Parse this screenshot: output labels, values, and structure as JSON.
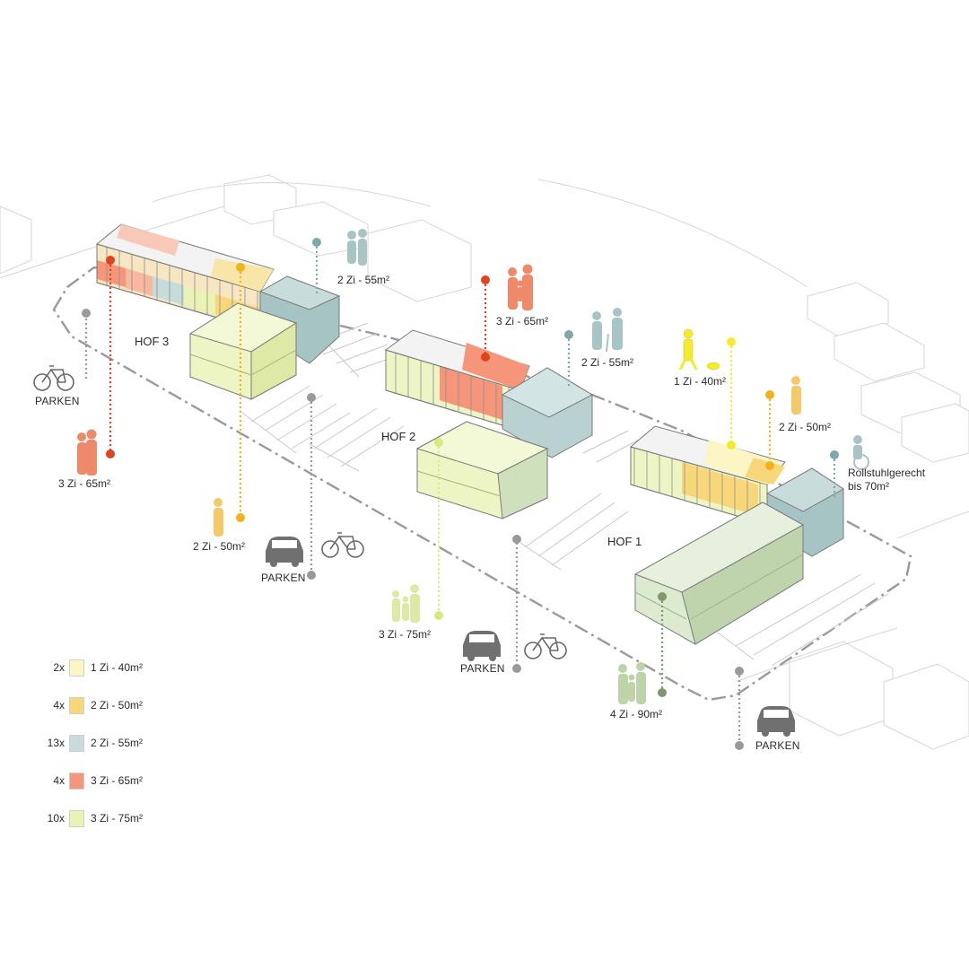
{
  "courts": {
    "hof1": "HOF 1",
    "hof2": "HOF 2",
    "hof3": "HOF 3"
  },
  "parking": {
    "label": "PARKEN"
  },
  "callouts": {
    "hof3_top": "2 Zi - 55m²",
    "hof3_left": "3 Zi - 65m²",
    "hof3_bottom": "2 Zi - 50m²",
    "hof2_top_orange": "3 Zi - 65m²",
    "hof2_top_teal": "2 Zi - 55m²",
    "hof2_bottom": "3 Zi - 75m²",
    "hof1_top_yellow": "1 Zi - 40m²",
    "hof1_top_gold": "2 Zi - 50m²",
    "hof1_wheelchair_1": "Rollstuhlgerecht",
    "hof1_wheelchair_2": "bis 70m²",
    "hof1_bottom": "4 Zi - 90m²"
  },
  "legend": [
    {
      "count": "2x",
      "label": "1 Zi - 40m²",
      "color": "#fbf6c4"
    },
    {
      "count": "4x",
      "label": "2 Zi - 50m²",
      "color": "#f8d77a"
    },
    {
      "count": "13x",
      "label": "2 Zi - 55m²",
      "color": "#c9dcdc"
    },
    {
      "count": "4x",
      "label": "3 Zi - 65m²",
      "color": "#f5967a"
    },
    {
      "count": "10x",
      "label": "3 Zi - 75m²",
      "color": "#eaf2b4"
    }
  ],
  "colors": {
    "z40": "#fbf6c4",
    "z50": "#f8d77a",
    "z55": "#c9dcdc",
    "z65": "#f5967a",
    "z75": "#eaf2b4",
    "z90": "#cfe0bd",
    "teal": "#7fa8a8",
    "red": "#e0441c",
    "gold": "#f2b21c",
    "yellow": "#f4ec2a",
    "lime": "#d9ea7a",
    "grey": "#9a9a9a",
    "green": "#7e9a6c",
    "people_orange": "#ee8a6a",
    "people_teal": "#a8c4c4",
    "people_gold": "#f5c96a",
    "people_lime": "#dfe9a6",
    "people_green": "#bcd4a8"
  }
}
